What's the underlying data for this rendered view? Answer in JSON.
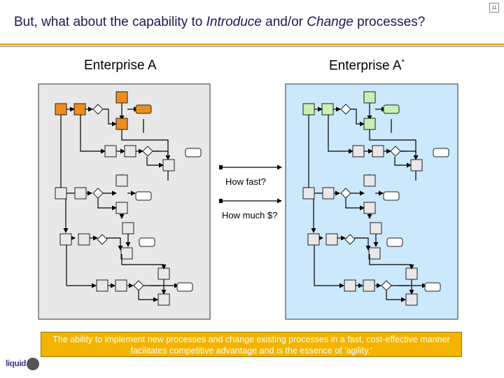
{
  "slide": {
    "title_parts": [
      "But, what about the capability to ",
      "Introduce",
      " and/or ",
      "Change",
      " processes?"
    ],
    "page_number": "11",
    "enterprise_a_label": "Enterprise A",
    "enterprise_b_label": "Enterprise A",
    "enterprise_b_superscript": "*",
    "question_speed": "How fast?",
    "question_cost": "How much $?",
    "caption": "The ability to implement new processes and change existing processes in a fast, cost-effective manner facilitates competitive advantage and is the essence of 'agility.'",
    "logo_text": "liquid"
  },
  "colors": {
    "panel_a_fill": "#e8e8e8",
    "panel_b_fill": "#cce8fc",
    "highlight_a": "#f08c1e",
    "highlight_b": "#c8f0b4",
    "accent_bar": "#e0b000",
    "caption_fill": "#f2b400"
  }
}
